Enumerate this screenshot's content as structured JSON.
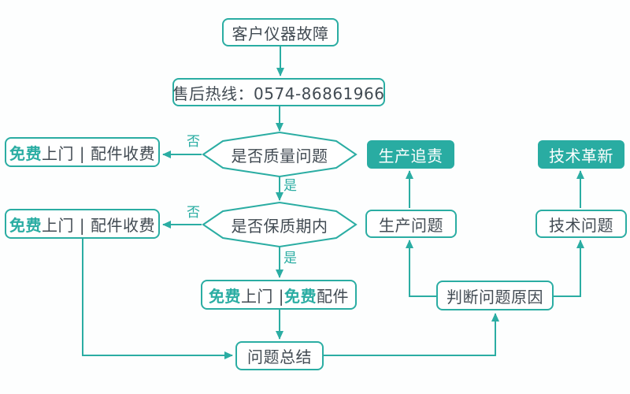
{
  "colors": {
    "accent": "#2BADA3",
    "accent_fill": "#29ACA2",
    "text": "#414A52"
  },
  "flowchart": {
    "nodes": {
      "start": "客户仪器故障",
      "hotline": "售后热线：0574-86861966",
      "decision_quality": "是否质量问题",
      "decision_warranty": "是否保质期内",
      "summary": "问题总结",
      "judge_cause": "判断问题原因",
      "production_issue": "生产问题",
      "production_accountability": "生产追责",
      "tech_issue": "技术问题",
      "tech_innovation": "技术革新"
    },
    "segmented_nodes": {
      "free_visit_paid_parts": [
        {
          "text": "免费",
          "em": true
        },
        {
          "text": "上门 | 配件收费",
          "em": false
        }
      ],
      "free_visit_free_parts": [
        {
          "text": "免费",
          "em": true
        },
        {
          "text": "上门 | ",
          "em": false
        },
        {
          "text": "免费",
          "em": true
        },
        {
          "text": "配件",
          "em": false
        }
      ]
    },
    "edge_labels": {
      "no": "否",
      "yes": "是"
    }
  }
}
